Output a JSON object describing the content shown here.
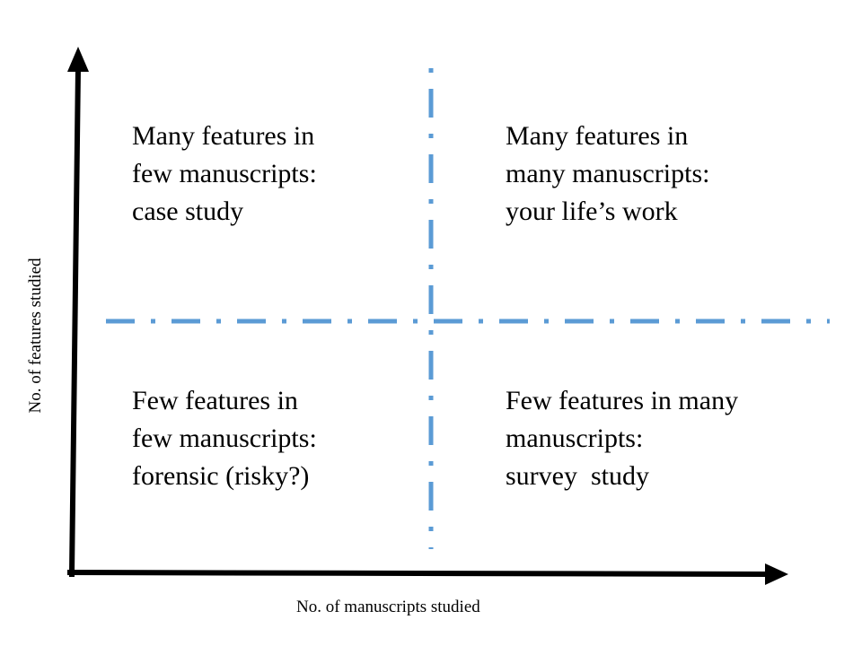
{
  "axes": {
    "x_label": "No. of manuscripts studied",
    "y_label": "No. of features studied"
  },
  "quadrants": {
    "top_left": [
      "Many features in",
      "few manuscripts:",
      "case study"
    ],
    "top_right": [
      "Many features in",
      "many manuscripts:",
      "your life’s work"
    ],
    "bottom_left": [
      "Few features in",
      "few manuscripts:",
      "forensic (risky?)"
    ],
    "bottom_right": [
      "Few features in many",
      "manuscripts:",
      "survey  study"
    ]
  },
  "colors": {
    "axis": "#000000",
    "divider": "#5b9bd5"
  }
}
